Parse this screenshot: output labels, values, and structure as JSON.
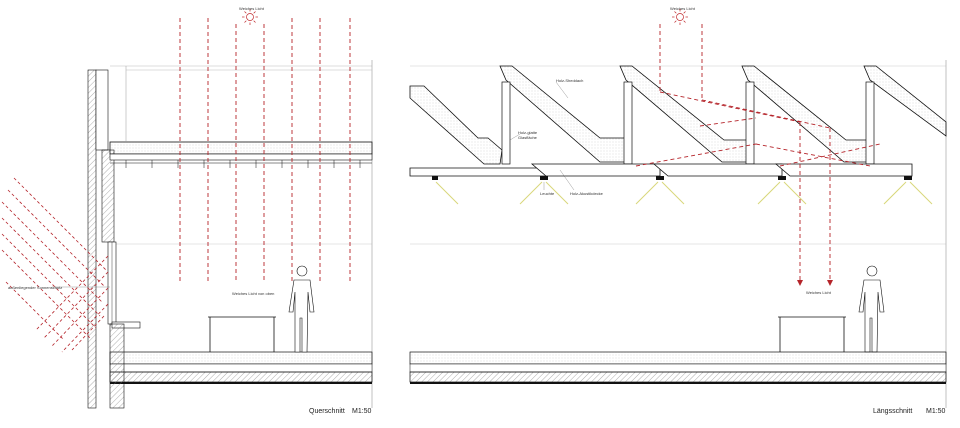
{
  "left_panel": {
    "title": "Querschnitt",
    "scale": "M1:50",
    "labels": {
      "diffuse_light": "Weiches Licht",
      "diffuse_from_above": "Weiches Licht von oben",
      "sun_protection": "außenliegender Sonnenschutz"
    }
  },
  "right_panel": {
    "title": "Längsschnitt",
    "scale": "M1:50",
    "labels": {
      "diffuse_light": "Weiches Licht",
      "diffuse_light_bottom": "Weiches Licht",
      "shed_roof": "Holz-Sheddach",
      "glazing": "Holz-glatte Glasfläche",
      "luminaire": "Leuchte",
      "acoustic_ceiling": "Holz-Akustikdecke"
    }
  },
  "colors": {
    "ray": "#b5242a",
    "sun": "#c0282c",
    "line": "#111111",
    "light_cone": "#d8d77a",
    "hatch": "#888888"
  },
  "icons": [
    "sun-icon",
    "human-figure-icon",
    "table-icon"
  ]
}
